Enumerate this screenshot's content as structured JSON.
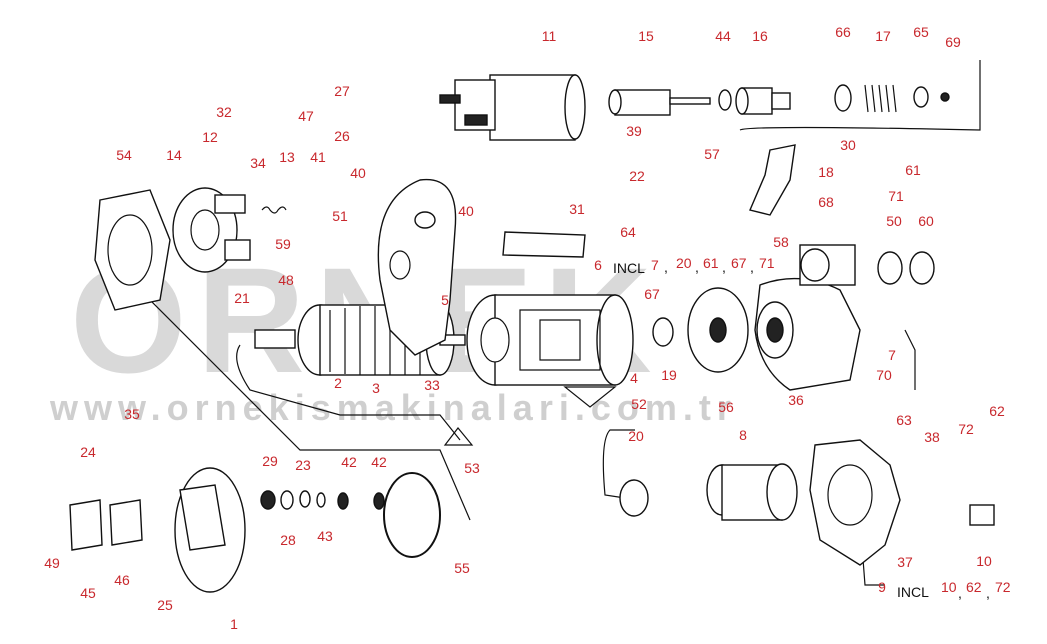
{
  "watermark": {
    "brand": "ORNEK",
    "url": "www.ornekismakinalari.com.tr"
  },
  "callouts": [
    {
      "id": "c1",
      "text": "1"
    },
    {
      "id": "c2",
      "text": "2"
    },
    {
      "id": "c3",
      "text": "3"
    },
    {
      "id": "c4",
      "text": "4"
    },
    {
      "id": "c5",
      "text": "5"
    },
    {
      "id": "c6",
      "text": "6"
    },
    {
      "id": "c7",
      "text": "7"
    },
    {
      "id": "c8",
      "text": "8"
    },
    {
      "id": "c9",
      "text": "9"
    },
    {
      "id": "c10",
      "text": "10"
    },
    {
      "id": "c11",
      "text": "11"
    },
    {
      "id": "c12",
      "text": "12"
    },
    {
      "id": "c13",
      "text": "13"
    },
    {
      "id": "c14",
      "text": "14"
    },
    {
      "id": "c15",
      "text": "15"
    },
    {
      "id": "c16",
      "text": "16"
    },
    {
      "id": "c17",
      "text": "17"
    },
    {
      "id": "c18",
      "text": "18"
    },
    {
      "id": "c19",
      "text": "19"
    },
    {
      "id": "c20a",
      "text": "20"
    },
    {
      "id": "c21",
      "text": "21"
    },
    {
      "id": "c22",
      "text": "22"
    },
    {
      "id": "c23",
      "text": "23"
    },
    {
      "id": "c24",
      "text": "24"
    },
    {
      "id": "c25",
      "text": "25"
    },
    {
      "id": "c26",
      "text": "26"
    },
    {
      "id": "c27",
      "text": "27"
    },
    {
      "id": "c28",
      "text": "28"
    },
    {
      "id": "c29",
      "text": "29"
    },
    {
      "id": "c30",
      "text": "30"
    },
    {
      "id": "c31",
      "text": "31"
    },
    {
      "id": "c32",
      "text": "32"
    },
    {
      "id": "c33",
      "text": "33"
    },
    {
      "id": "c34",
      "text": "34"
    },
    {
      "id": "c35",
      "text": "35"
    },
    {
      "id": "c36",
      "text": "36"
    },
    {
      "id": "c37",
      "text": "37"
    },
    {
      "id": "c38",
      "text": "38"
    },
    {
      "id": "c39",
      "text": "39"
    },
    {
      "id": "c40a",
      "text": "40"
    },
    {
      "id": "c40b",
      "text": "40"
    },
    {
      "id": "c41",
      "text": "41"
    },
    {
      "id": "c42a",
      "text": "42"
    },
    {
      "id": "c42b",
      "text": "42"
    },
    {
      "id": "c43",
      "text": "43"
    },
    {
      "id": "c44",
      "text": "44"
    },
    {
      "id": "c45",
      "text": "45"
    },
    {
      "id": "c46",
      "text": "46"
    },
    {
      "id": "c47",
      "text": "47"
    },
    {
      "id": "c48",
      "text": "48"
    },
    {
      "id": "c49",
      "text": "49"
    },
    {
      "id": "c50",
      "text": "50"
    },
    {
      "id": "c51",
      "text": "51"
    },
    {
      "id": "c52",
      "text": "52"
    },
    {
      "id": "c53",
      "text": "53"
    },
    {
      "id": "c54",
      "text": "54"
    },
    {
      "id": "c55",
      "text": "55"
    },
    {
      "id": "c56",
      "text": "56"
    },
    {
      "id": "c57",
      "text": "57"
    },
    {
      "id": "c58",
      "text": "58"
    },
    {
      "id": "c59",
      "text": "59"
    },
    {
      "id": "c60",
      "text": "60"
    },
    {
      "id": "c61a",
      "text": "61"
    },
    {
      "id": "c62a",
      "text": "62"
    },
    {
      "id": "c63",
      "text": "63"
    },
    {
      "id": "c64",
      "text": "64"
    },
    {
      "id": "c65",
      "text": "65"
    },
    {
      "id": "c66",
      "text": "66"
    },
    {
      "id": "c67a",
      "text": "67"
    },
    {
      "id": "c68",
      "text": "68"
    },
    {
      "id": "c69",
      "text": "69"
    },
    {
      "id": "c70",
      "text": "70"
    },
    {
      "id": "c71a",
      "text": "71"
    },
    {
      "id": "c72a",
      "text": "72"
    }
  ],
  "incl_upper": {
    "label": "INCL",
    "items": [
      "7",
      "20",
      "61",
      "67",
      "71"
    ]
  },
  "incl_lower": {
    "label": "INCL",
    "items": [
      "10",
      "62",
      "72"
    ]
  }
}
